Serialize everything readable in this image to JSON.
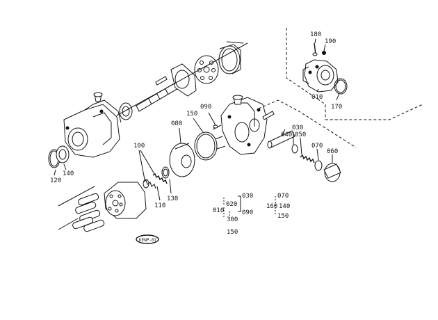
{
  "callouts": {
    "c180": "180",
    "c190": "190",
    "c010_inset": "010",
    "c170": "170",
    "c090": "090",
    "c150": "150",
    "c080": "080",
    "c030": "030",
    "c040": "040",
    "c050": "050",
    "c070": "070",
    "c060": "060",
    "c100": "100",
    "c110": "110",
    "c130": "130",
    "c120": "120",
    "c140": "140"
  },
  "legend": {
    "g1": {
      "head": "010",
      "a": "020",
      "b": "030",
      "c": "090",
      "d": "300",
      "e": "150"
    },
    "g2": {
      "head": "160",
      "a": "070",
      "b": "140",
      "c": "150"
    }
  },
  "stamp": "KENP-07"
}
